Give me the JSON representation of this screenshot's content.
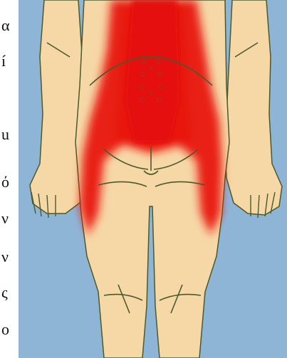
{
  "left_text_fragments": [
    "α",
    "í",
    "u",
    "ό",
    "ν",
    "ν",
    "ς",
    "ο"
  ],
  "illustration": {
    "subject": "back-of-body-pain-map-lower-back-buttocks-thighs",
    "colors": {
      "background": "#8fb5d6",
      "skin": "#f6d7a6",
      "outline": "#4a5a2c",
      "pain": "#e8160f"
    }
  }
}
